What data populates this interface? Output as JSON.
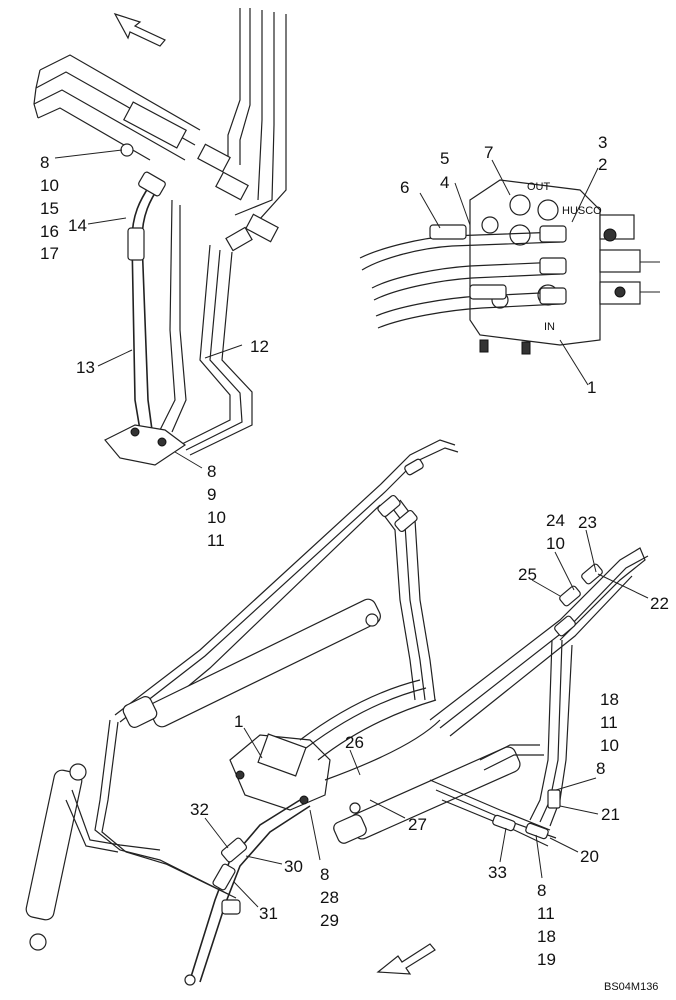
{
  "drawing_ref": "BS04M136",
  "valve_labels": {
    "out": "OUT",
    "in": "IN",
    "model": "HUSCO"
  },
  "callouts": {
    "c8_a": "8",
    "c10_a": "10",
    "c15": "15",
    "c16": "16",
    "c17": "17",
    "c14": "14",
    "c13": "13",
    "c12": "12",
    "c8_b": "8",
    "c9": "9",
    "c10_b": "10",
    "c11_b": "11",
    "c5": "5",
    "c4": "4",
    "c6": "6",
    "c7": "7",
    "c3": "3",
    "c2": "2",
    "c1_a": "1",
    "c24": "24",
    "c10_c": "10",
    "c23": "23",
    "c25": "25",
    "c22": "22",
    "c18_a": "18",
    "c11_a": "11",
    "c10_d": "10",
    "c8_c": "8",
    "c21": "21",
    "c20": "20",
    "c1_b": "1",
    "c26": "26",
    "c27": "27",
    "c32": "32",
    "c30": "30",
    "c31": "31",
    "c8_d": "8",
    "c28": "28",
    "c29": "29",
    "c33": "33",
    "c8_e": "8",
    "c11_c": "11",
    "c18_b": "18",
    "c19": "19"
  }
}
